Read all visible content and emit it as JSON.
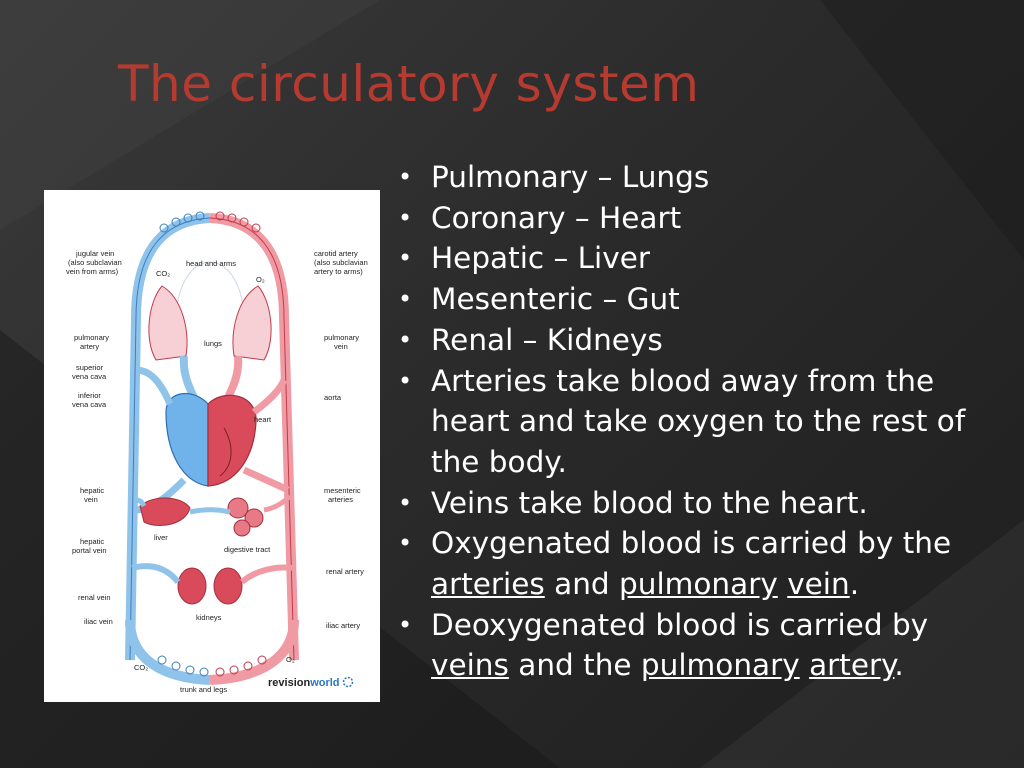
{
  "slide": {
    "title": "The circulatory system"
  },
  "bullets": [
    {
      "parts": [
        {
          "text": "Pulmonary – Lungs"
        }
      ]
    },
    {
      "parts": [
        {
          "text": "Coronary – Heart"
        }
      ]
    },
    {
      "parts": [
        {
          "text": "Hepatic – Liver"
        }
      ]
    },
    {
      "parts": [
        {
          "text": "Mesenteric – Gut"
        }
      ]
    },
    {
      "parts": [
        {
          "text": "Renal – Kidneys"
        }
      ]
    },
    {
      "parts": [
        {
          "text": "Arteries take blood away from the heart and take oxygen to the rest of the body."
        }
      ]
    },
    {
      "parts": [
        {
          "text": "Veins take blood to the heart."
        }
      ]
    },
    {
      "parts": [
        {
          "text": "Oxygenated blood is carried by the "
        },
        {
          "text": "arteries",
          "underline": true
        },
        {
          "text": " and "
        },
        {
          "text": "pulmonary",
          "underline": true
        },
        {
          "text": " "
        },
        {
          "text": "vein",
          "underline": true
        },
        {
          "text": "."
        }
      ]
    },
    {
      "parts": [
        {
          "text": "Deoxygenated blood is carried by "
        },
        {
          "text": "veins",
          "underline": true
        },
        {
          "text": " and the "
        },
        {
          "text": "pulmonary",
          "underline": true
        },
        {
          "text": " "
        },
        {
          "text": "artery",
          "underline": true
        },
        {
          "text": "."
        }
      ]
    }
  ],
  "diagram": {
    "labels": {
      "jugular": [
        "jugular vein",
        "(also subclavian",
        "vein from arms)"
      ],
      "carotid": [
        "carotid artery",
        "(also subclavian",
        "artery to arms)"
      ],
      "head_arms": "head and arms",
      "co2_top": "CO₂",
      "o2_top": "O₂",
      "lungs": "lungs",
      "pulmonary_artery": [
        "pulmonary",
        "artery"
      ],
      "pulmonary_vein": [
        "pulmonary",
        "vein"
      ],
      "superior_vc": [
        "superior",
        "vena cava"
      ],
      "inferior_vc": [
        "inferior",
        "vena cava"
      ],
      "aorta": "aorta",
      "heart": "heart",
      "hepatic_vein": [
        "hepatic",
        "vein"
      ],
      "mesenteric": [
        "mesenteric",
        "arteries"
      ],
      "liver": "liver",
      "hepatic_portal": [
        "hepatic",
        "portal vein"
      ],
      "digestive": "digestive tract",
      "renal_artery": "renal artery",
      "renal_vein": "renal vein",
      "kidneys": "kidneys",
      "iliac_vein": "iliac vein",
      "iliac_artery": "iliac artery",
      "co2_bottom": "CO₂",
      "o2_bottom": "O₂",
      "trunk_legs": "trunk and legs",
      "brand_a": "revision",
      "brand_b": "world"
    },
    "colors": {
      "vein": "#8fc3ea",
      "vein_stroke": "#3b7fc0",
      "artery": "#f09aa4",
      "artery_stroke": "#c23a4a",
      "organ": "#d94a5a",
      "lung": "#f7d0d6"
    }
  },
  "theme": {
    "title_color": "#b53a2f",
    "text_color": "#ffffff"
  }
}
